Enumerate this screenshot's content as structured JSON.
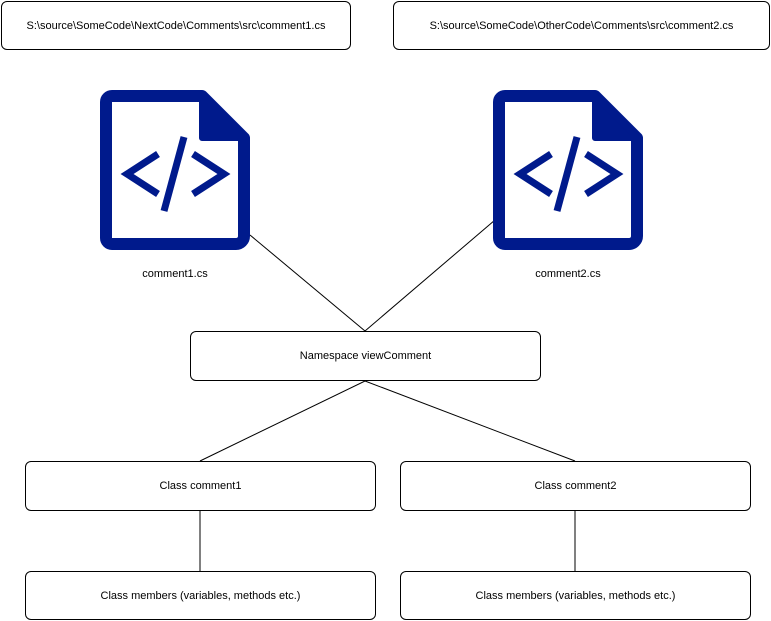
{
  "paths": {
    "left": "S:\\source\\SomeCode\\NextCode\\Comments\\src\\comment1.cs",
    "right": "S:\\source\\SomeCode\\OtherCode\\Comments\\src\\comment2.cs"
  },
  "files": {
    "left_label": "comment1.cs",
    "right_label": "comment2.cs",
    "icon_color": "#001a8c"
  },
  "namespace": {
    "label": "Namespace viewComment"
  },
  "classes": {
    "left": "Class comment1",
    "right": "Class comment2"
  },
  "members": {
    "left": "Class members (variables, methods etc.)",
    "right": "Class members (variables, methods etc.)"
  }
}
